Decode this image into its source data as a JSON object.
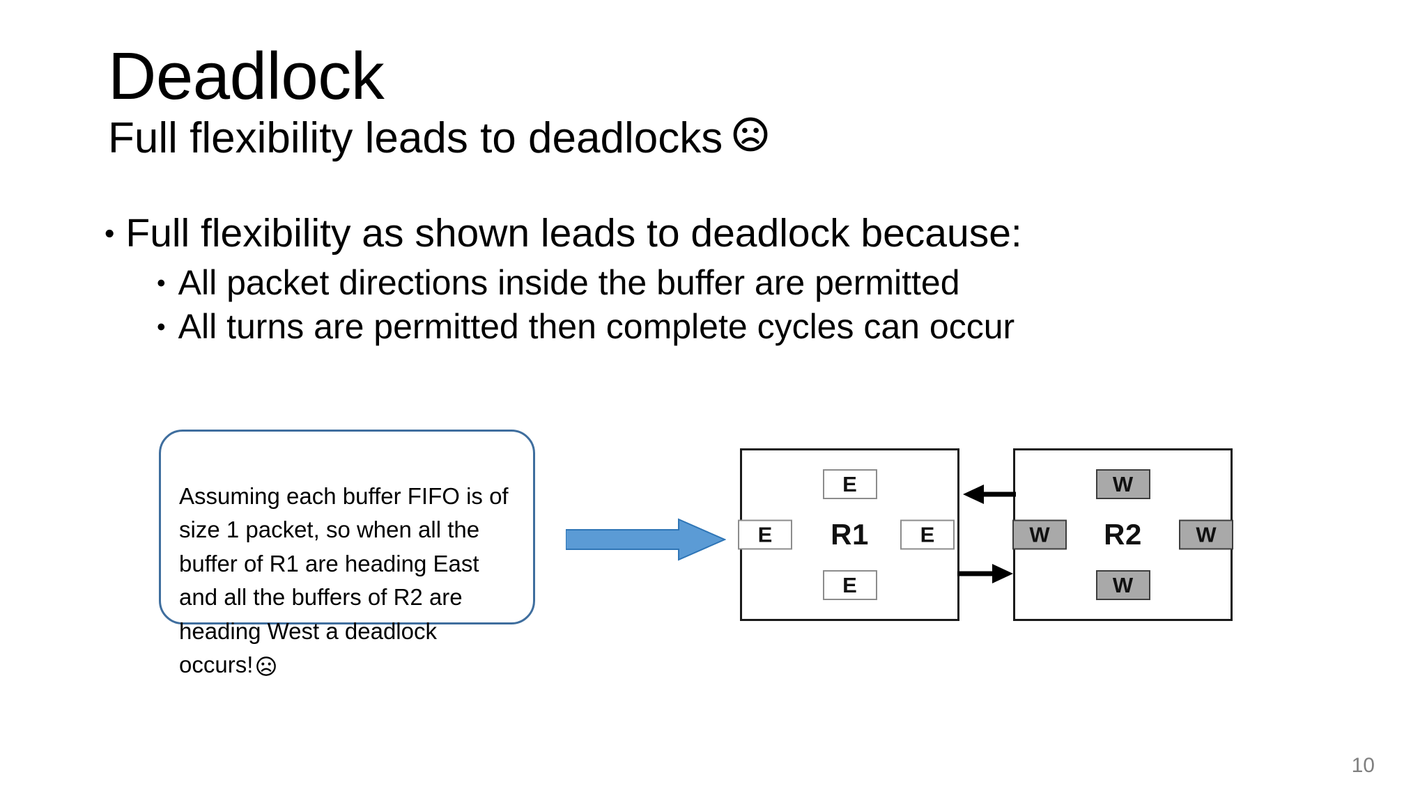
{
  "slide": {
    "title": "Deadlock",
    "subtitle": "Full flexibility leads to deadlocks",
    "subtitle_icon": "sad-face-icon",
    "page_number": "10"
  },
  "bullets": [
    {
      "level": 1,
      "marker": "•",
      "text": "Full flexibility as shown leads to deadlock because:"
    },
    {
      "level": 2,
      "marker": "•",
      "text": "All packet directions inside the buffer are permitted"
    },
    {
      "level": 2,
      "marker": "•",
      "text": "All turns are permitted then complete cycles can occur"
    }
  ],
  "callout": {
    "text": "Assuming each buffer FIFO is of size 1 packet, so when all the buffer of R1 are heading East and all the buffers of R2 are heading West a deadlock occurs!",
    "icon": "sad-face-icon",
    "border_color": "#3F6E9E"
  },
  "blue_arrow": {
    "name": "blue-right-arrow",
    "fill": "#5B9BD5",
    "stroke": "#2E75B6",
    "direction": "right"
  },
  "diagram": {
    "routers": [
      {
        "id": "r1",
        "label": "R1",
        "port_style": "white",
        "ports": {
          "top": "E",
          "left": "E",
          "right": "E",
          "bottom": "E"
        }
      },
      {
        "id": "r2",
        "label": "R2",
        "port_style": "gray",
        "ports": {
          "top": "W",
          "left": "W",
          "right": "W",
          "bottom": "W"
        }
      }
    ],
    "links": [
      {
        "name": "link-r2-to-r1",
        "direction": "left"
      },
      {
        "name": "link-r1-to-r2",
        "direction": "right"
      }
    ],
    "port_fill_white": "#FFFFFF",
    "port_fill_gray": "#A9A9A9",
    "line_color": "#1A1A1A"
  }
}
